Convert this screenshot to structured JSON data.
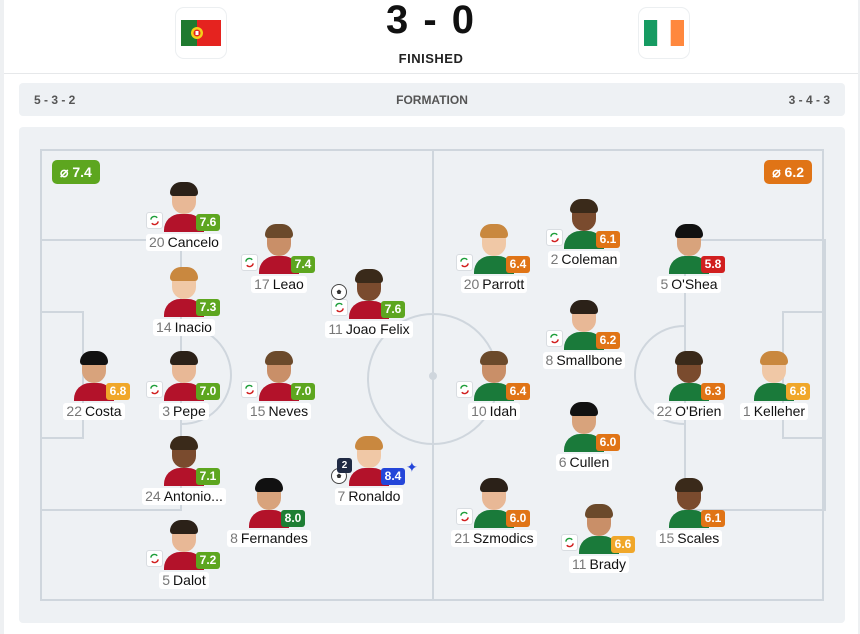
{
  "match": {
    "score": "3 - 0",
    "status": "FINISHED",
    "home_flag": "portugal-flag",
    "away_flag": "ireland-flag"
  },
  "formation": {
    "home": "5 - 3 - 2",
    "label": "FORMATION",
    "away": "3 - 4 - 3"
  },
  "team_avg": {
    "home": "⌀ 7.4",
    "away": "⌀ 6.2"
  },
  "colors": {
    "rating_high": "#5da61f",
    "rating_dark": "#1e7e34",
    "rating_mid": "#f0a72a",
    "rating_low": "#e07416",
    "rating_bad": "#d11f1f",
    "rating_best": "#2446d9"
  },
  "home_players": [
    {
      "number": "20",
      "name": "Cancelo",
      "rating": "7.6",
      "color": "#5da61f",
      "sub": true
    },
    {
      "number": "17",
      "name": "Leao",
      "rating": "7.4",
      "color": "#5da61f",
      "sub": true
    },
    {
      "number": "11",
      "name": "Joao Felix",
      "rating": "7.6",
      "color": "#5da61f",
      "sub": true,
      "goal": true
    },
    {
      "number": "14",
      "name": "Inacio",
      "rating": "7.3",
      "color": "#5da61f"
    },
    {
      "number": "22",
      "name": "Costa",
      "rating": "6.8",
      "color": "#f0a72a"
    },
    {
      "number": "3",
      "name": "Pepe",
      "rating": "7.0",
      "color": "#5da61f",
      "sub": true
    },
    {
      "number": "15",
      "name": "Neves",
      "rating": "7.0",
      "color": "#5da61f",
      "sub": true
    },
    {
      "number": "24",
      "name": "Antonio...",
      "rating": "7.1",
      "color": "#5da61f"
    },
    {
      "number": "7",
      "name": "Ronaldo",
      "rating": "8.4",
      "color": "#2446d9",
      "goal": true,
      "goals": "2",
      "best": true
    },
    {
      "number": "8",
      "name": "Fernandes",
      "rating": "8.0",
      "color": "#1e7e34"
    },
    {
      "number": "5",
      "name": "Dalot",
      "rating": "7.2",
      "color": "#5da61f",
      "sub": true
    }
  ],
  "away_players": [
    {
      "number": "2",
      "name": "Coleman",
      "rating": "6.1",
      "color": "#e07416",
      "sub": true
    },
    {
      "number": "20",
      "name": "Parrott",
      "rating": "6.4",
      "color": "#e07416",
      "sub": true
    },
    {
      "number": "5",
      "name": "O'Shea",
      "rating": "5.8",
      "color": "#d11f1f"
    },
    {
      "number": "8",
      "name": "Smallbone",
      "rating": "6.2",
      "color": "#e07416",
      "sub": true
    },
    {
      "number": "10",
      "name": "Idah",
      "rating": "6.4",
      "color": "#e07416",
      "sub": true
    },
    {
      "number": "22",
      "name": "O'Brien",
      "rating": "6.3",
      "color": "#e07416"
    },
    {
      "number": "1",
      "name": "Kelleher",
      "rating": "6.8",
      "color": "#f0a72a"
    },
    {
      "number": "6",
      "name": "Cullen",
      "rating": "6.0",
      "color": "#e07416"
    },
    {
      "number": "21",
      "name": "Szmodics",
      "rating": "6.0",
      "color": "#e07416",
      "sub": true
    },
    {
      "number": "11",
      "name": "Brady",
      "rating": "6.6",
      "color": "#f0a72a",
      "sub": true
    },
    {
      "number": "15",
      "name": "Scales",
      "rating": "6.1",
      "color": "#e07416"
    }
  ]
}
